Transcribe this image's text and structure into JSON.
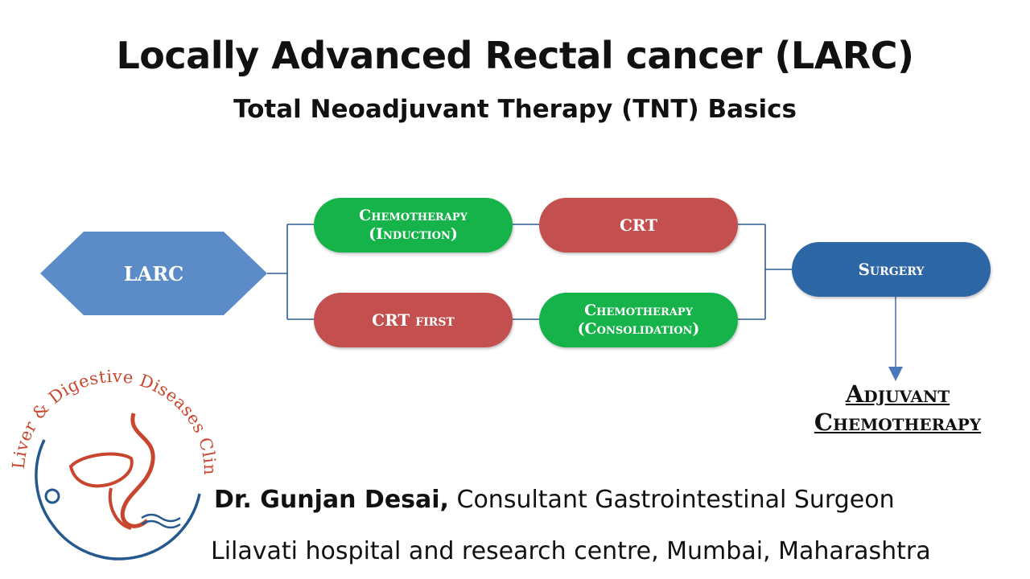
{
  "title": "Locally Advanced Rectal cancer (LARC)",
  "subtitle": "Total Neoadjuvant Therapy (TNT) Basics",
  "diagram": {
    "start": "LARC",
    "top_path": {
      "step1": [
        "Chemotherapy",
        "(Induction)"
      ],
      "step2": "CRT"
    },
    "bottom_path": {
      "step1": "CRT first",
      "step2": [
        "Chemotherapy",
        "(Consolidation)"
      ]
    },
    "surgery": "Surgery",
    "adjuvant": [
      "Adjuvant",
      "Chemotherapy"
    ]
  },
  "logo": {
    "text": "Liver & Digestive Diseases Clinic"
  },
  "footer": {
    "doctor_name": "Dr. Gunjan Desai,",
    "doctor_role": " Consultant Gastrointestinal Surgeon",
    "hospital": "Lilavati hospital and research centre, Mumbai, Maharashtra"
  },
  "colors": {
    "larc": "#5b8cc8",
    "green": "#16b34a",
    "red": "#c3504f",
    "blue": "#2e67a6",
    "connector": "#2e5f94",
    "logo_red": "#c9462e",
    "logo_blue": "#24588e"
  }
}
